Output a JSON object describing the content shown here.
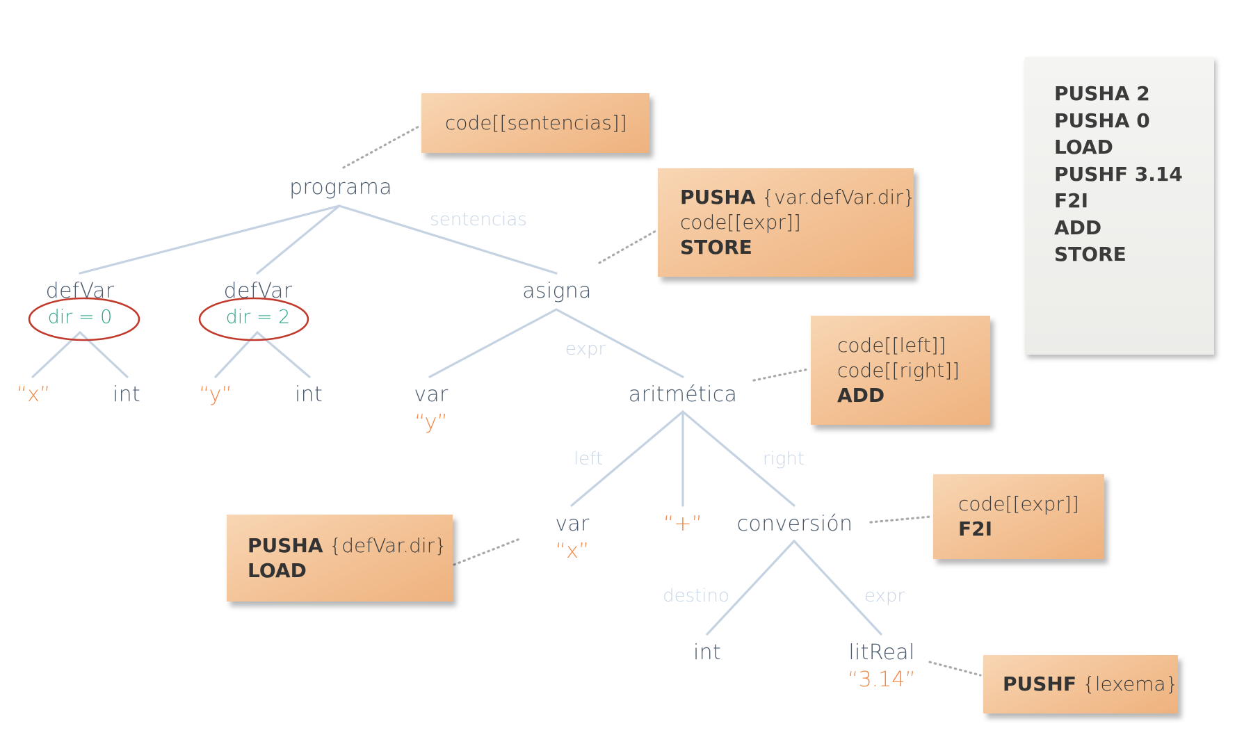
{
  "tree": {
    "programa": "programa",
    "sentencias": "sentencias",
    "defVar": "defVar",
    "dir0": "dir = 0",
    "dir2": "dir = 2",
    "x": "“x”",
    "y": "“y”",
    "int": "int",
    "asigna": "asigna",
    "expr": "expr",
    "var": "var",
    "aritmetica": "aritmética",
    "left": "left",
    "right": "right",
    "plus": "“+”",
    "conversion": "conversión",
    "destino": "destino",
    "litReal": "litReal",
    "lit314": "“3.14”"
  },
  "notes": {
    "programa": {
      "line1": "code[[sentencias]]"
    },
    "asigna": {
      "line1_bold": "PUSHA",
      "line1": " {var.defVar.dir}",
      "line2": "code[[expr]]",
      "line3_bold": "STORE"
    },
    "aritmetica": {
      "line1": "code[[left]]",
      "line2": "code[[right]]",
      "line3_bold": "ADD"
    },
    "var": {
      "line1_bold": "PUSHA",
      "line1": " {defVar.dir}",
      "line2_bold": "LOAD"
    },
    "conversion": {
      "line1": "code[[expr]]",
      "line2_bold": "F2I"
    },
    "litReal": {
      "line1_bold": "PUSHF",
      "line1": " {lexema}"
    }
  },
  "output": {
    "lines": [
      "PUSHA 2",
      "PUSHA 0",
      "LOAD",
      "PUSHF 3.14",
      "F2I",
      "ADD",
      "STORE"
    ]
  },
  "colors": {
    "node_text": "#4a5a6c",
    "literal": "#ef8a4a",
    "attribute": "#2ea58a",
    "edge_label": "#c7d5e6",
    "edge": "#c4d2e2",
    "note_bg": "#f3c194",
    "highlight_ring": "#c0392b"
  }
}
